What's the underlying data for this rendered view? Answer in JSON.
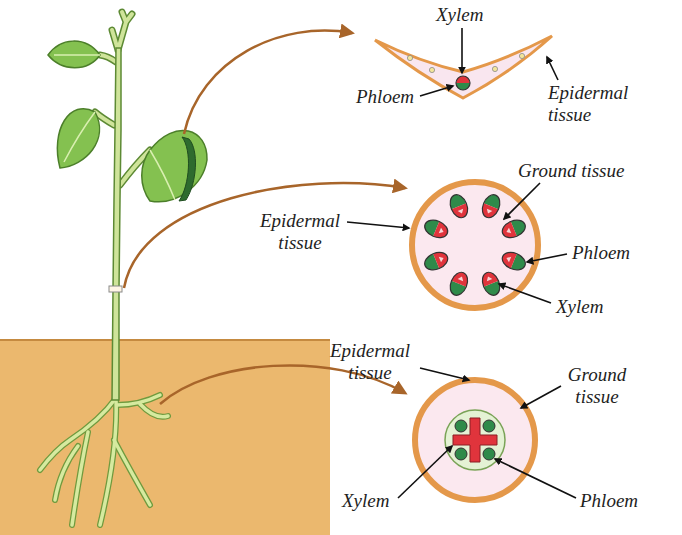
{
  "diagram": {
    "labels": [
      "Xylem",
      "Phloem",
      "Epidermal tissue",
      "Ground tissue",
      "Epidermal tissue",
      "Phloem",
      "Xylem",
      "Epidermal tissue",
      "Ground tissue",
      "Xylem",
      "Phloem"
    ]
  }
}
